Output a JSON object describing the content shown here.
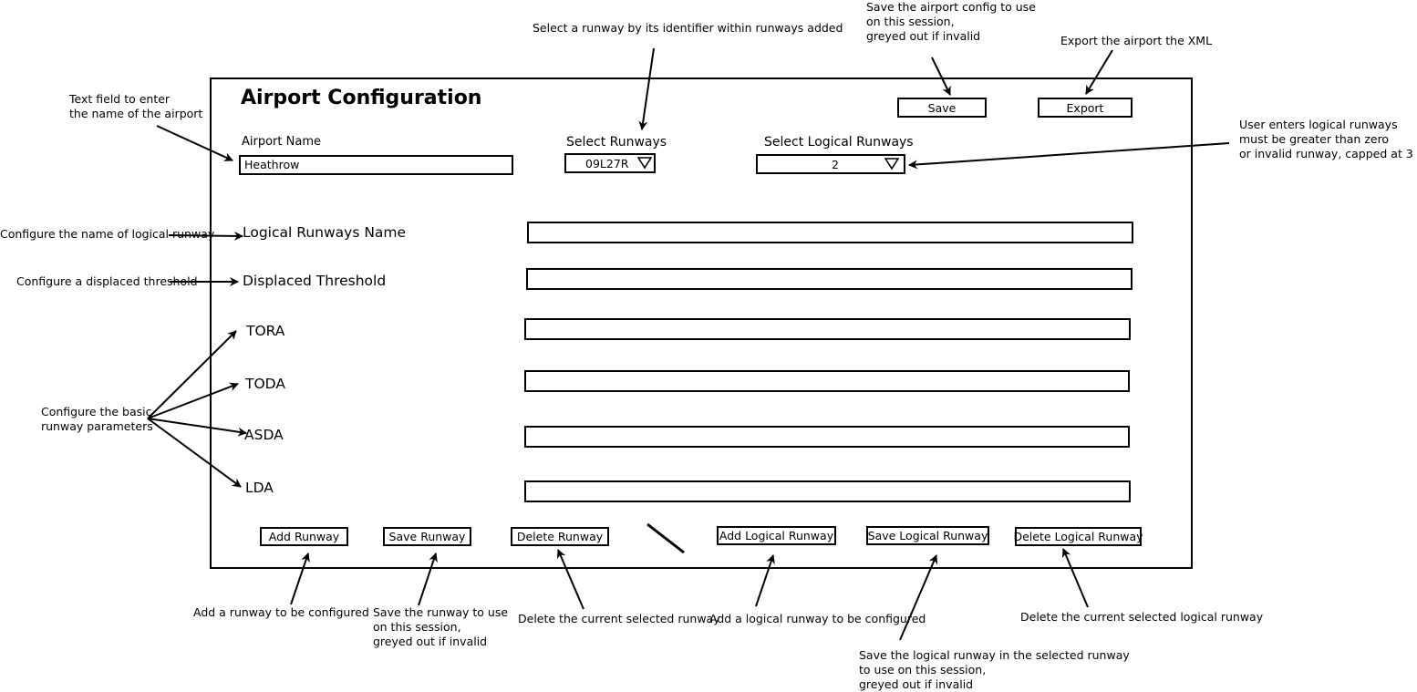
{
  "window": {
    "title": "Airport Configuration",
    "save_label": "Save",
    "export_label": "Export"
  },
  "fields": {
    "airport_name_label": "Airport Name",
    "airport_name_value": "Heathrow",
    "select_runways_label": "Select Runways",
    "select_runways_value": "09L27R",
    "select_logical_label": "Select Logical Runways",
    "select_logical_value": "2"
  },
  "rows": {
    "logical_name": "Logical Runways Name",
    "displaced_threshold": "Displaced Threshold",
    "tora": "TORA",
    "toda": "TODA",
    "asda": "ASDA",
    "lda": "LDA"
  },
  "buttons": {
    "add_runway": "Add Runway",
    "save_runway": "Save Runway",
    "delete_runway": "Delete Runway",
    "add_logical": "Add Logical Runway",
    "save_logical": "Save Logical Runway",
    "delete_logical": "Delete Logical Runway"
  },
  "annotations": {
    "select_runway": "Select a runway by its identifier within runways added",
    "save_config": "Save the airport config to use\non this session,\ngreyed out if invalid",
    "export": "Export the airport the XML",
    "airport_name": "Text field to enter\nthe name of the airport",
    "logical_runways": "User enters logical runways\nmust be greater than zero\nor invalid runway, capped at 3",
    "logical_name": "Configure the name of logical runway",
    "displaced": "Configure a displaced threshold",
    "basic_params": "Configure the basic\nrunway parameters",
    "add_runway": "Add a runway to be configured",
    "save_runway": "Save the runway to use\non this session,\ngreyed out if invalid",
    "delete_runway": "Delete the current selected runway",
    "add_logical": "Add a logical runway to be configured",
    "save_logical": "Save the logical runway in the selected runway\nto use on this session,\ngreyed out if invalid",
    "delete_logical": "Delete the current selected logical runway"
  }
}
